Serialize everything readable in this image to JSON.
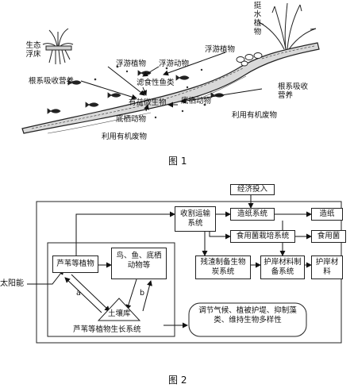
{
  "figure1": {
    "caption": "图 1",
    "labels": {
      "emergent_plant": "挺水植物",
      "ecological_floating_bed": "生态浮床",
      "phytoplankton": "浮游植物",
      "zooplankton": "浮游动物",
      "phytoplankton_right": "浮游植物",
      "filter_feeding_fish": "滤食性鱼类",
      "root_nutrient_left": "根系吸收营养",
      "root_nutrient_right": "根系吸收营养",
      "beneficial_microbes": "有益微生物",
      "benthic_right": "底栖动物",
      "benthic_left": "底栖动物",
      "organic_waste_right": "利用有机废物",
      "organic_waste_left": "利用有机废物"
    }
  },
  "figure2": {
    "caption": "图 2",
    "sun": "太阳能",
    "economic_input": "经济投入",
    "harvest": "收割运输系统",
    "paper_system": "造纸系统",
    "paper": "造纸",
    "mushroom_system": "食用菌栽培系统",
    "mushroom": "食用菌",
    "biochar_system": "残渣制备生物炭系统",
    "bank_material_system": "护岸材料制备系统",
    "bank_material": "护岸材料",
    "reed": "芦苇等植物",
    "animals": "鸟、鱼、底栖动物等",
    "soil": "土壤库",
    "growth_system": "芦苇等植物生长系统",
    "arrow_a": "a",
    "arrow_b": "b",
    "functions": "调节气候、植被护堤、抑制藻类、维持生物多样性"
  }
}
